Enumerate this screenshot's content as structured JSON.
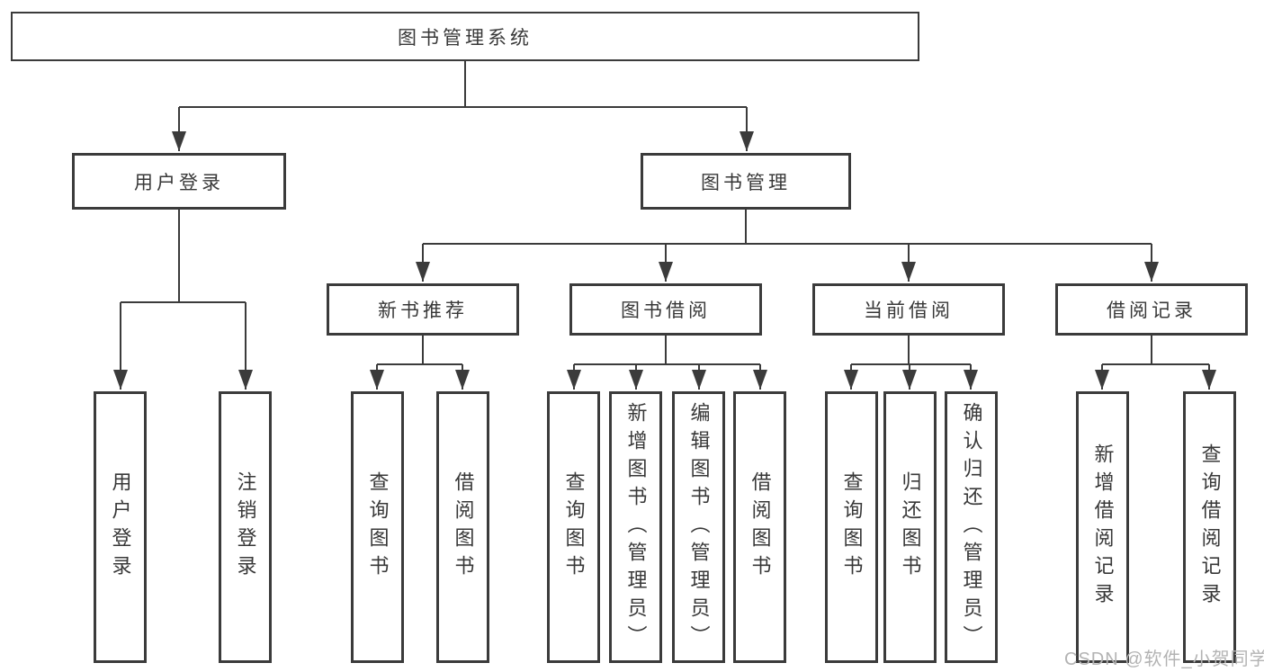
{
  "colors": {
    "line": "#3b3b3b",
    "text": "#383838",
    "background": "#ffffff",
    "watermark": "#b3b3b3"
  },
  "tree": {
    "root": "图书管理系统",
    "user_login": {
      "label": "用户登录",
      "children": [
        "用户登录",
        "注销登录"
      ]
    },
    "book_mgmt": {
      "label": "图书管理",
      "sections": [
        {
          "label": "新书推荐",
          "children": [
            "查询图书",
            "借阅图书"
          ]
        },
        {
          "label": "图书借阅",
          "children": [
            "查询图书",
            "新增图书（管理员）",
            "编辑图书（管理员）",
            "借阅图书"
          ]
        },
        {
          "label": "当前借阅",
          "children": [
            "查询图书",
            "归还图书",
            "确认归还（管理员）"
          ]
        },
        {
          "label": "借阅记录",
          "children": [
            "新增借阅记录",
            "查询借阅记录"
          ]
        }
      ]
    }
  },
  "watermark": "CSDN @软件_小贺同学"
}
